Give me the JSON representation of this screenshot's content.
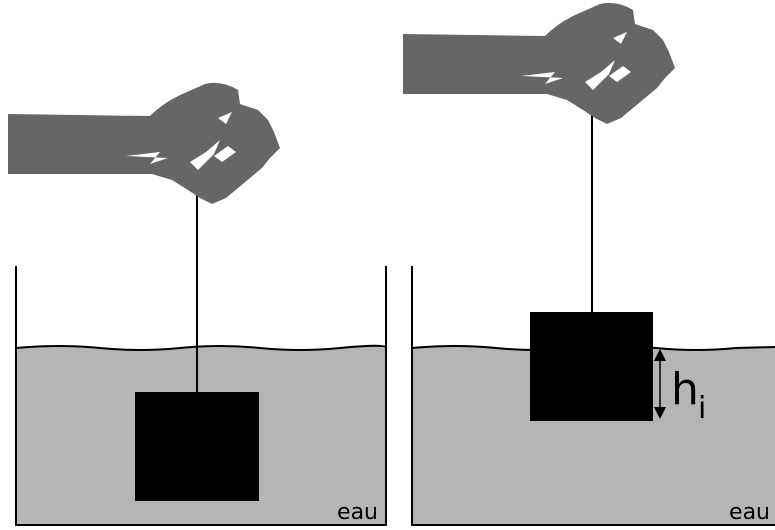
{
  "panels": [
    {
      "id": "left",
      "liquid_label": "eau",
      "object_state": "fully-submerged",
      "icon": "hand-fist-icon"
    },
    {
      "id": "right",
      "liquid_label": "eau",
      "object_state": "partially-submerged",
      "icon": "hand-fist-icon",
      "height_label_main": "h",
      "height_label_sub": "i"
    }
  ],
  "colors": {
    "water": "#b5b5b5",
    "hand": "#666666",
    "block": "#000000",
    "outline": "#000000"
  }
}
